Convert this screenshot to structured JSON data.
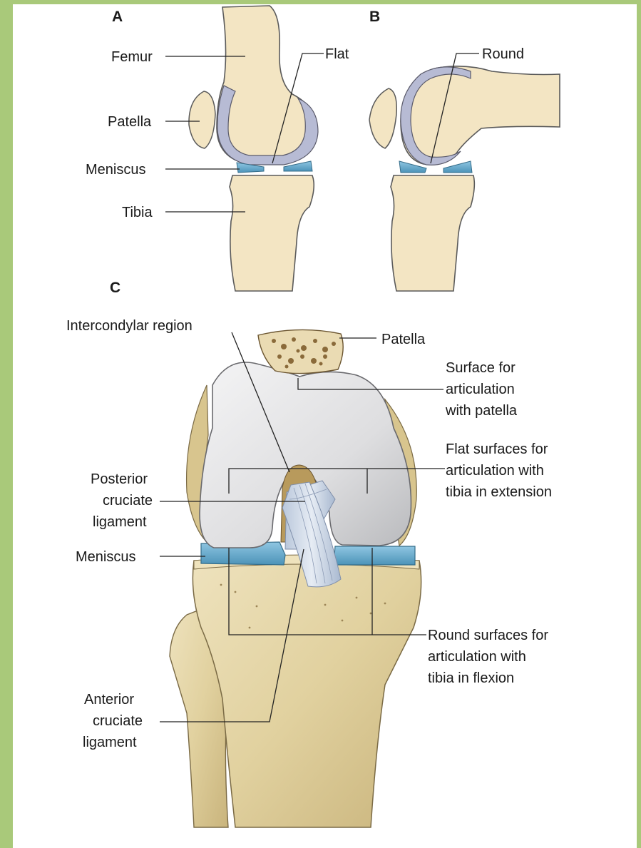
{
  "colors": {
    "frame": "#a9c97a",
    "bone": "#f3e5c3",
    "cartilage": "#b7bbd4",
    "meniscus": "#6aaed0",
    "femur_surface": "#dfdfe1",
    "tibia_3d": "#e2d3a6",
    "ligament": "#c7d3e4"
  },
  "panels": {
    "a": "A",
    "b": "B",
    "c": "C"
  },
  "labels": {
    "femur": "Femur",
    "patella_a": "Patella",
    "meniscus_a": "Meniscus",
    "tibia": "Tibia",
    "flat": "Flat",
    "round": "Round",
    "intercondylar": "Intercondylar region",
    "patella_c": "Patella",
    "surface_patella": [
      "Surface for",
      "articulation",
      "with patella"
    ],
    "flat_surfaces": [
      "Flat surfaces for",
      "articulation with",
      "tibia in extension"
    ],
    "posterior_cruciate": [
      "Posterior",
      "cruciate",
      "ligament"
    ],
    "meniscus_c": "Meniscus",
    "round_surfaces": [
      "Round surfaces for",
      "articulation with",
      "tibia in flexion"
    ],
    "anterior_cruciate": [
      "Anterior",
      "cruciate",
      "ligament"
    ]
  }
}
